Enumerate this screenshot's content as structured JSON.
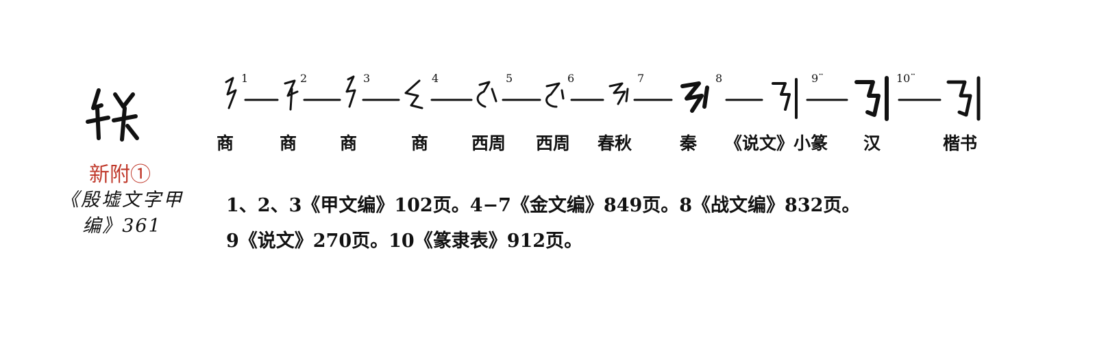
{
  "left": {
    "annex_label": "新附①",
    "source_line_1": "《殷墟文字甲",
    "source_line_2": "编》361"
  },
  "chain": {
    "numbers": [
      "1",
      "2",
      "3",
      "4",
      "5",
      "6",
      "7",
      "8",
      "9¨",
      "10¨"
    ],
    "eras": [
      "商",
      "商",
      "商",
      "商",
      "西周",
      "西周",
      "春秋",
      "秦",
      "《说文》小篆",
      "汉",
      "楷书"
    ],
    "modern_glyphs": [
      "引",
      "引",
      "引"
    ]
  },
  "notes": {
    "line_1": "1、2、3《甲文编》102页。4−7《金文编》849页。8《战文编》832页。",
    "line_2": "9《说文》270页。10《篆隶表》912页。"
  }
}
